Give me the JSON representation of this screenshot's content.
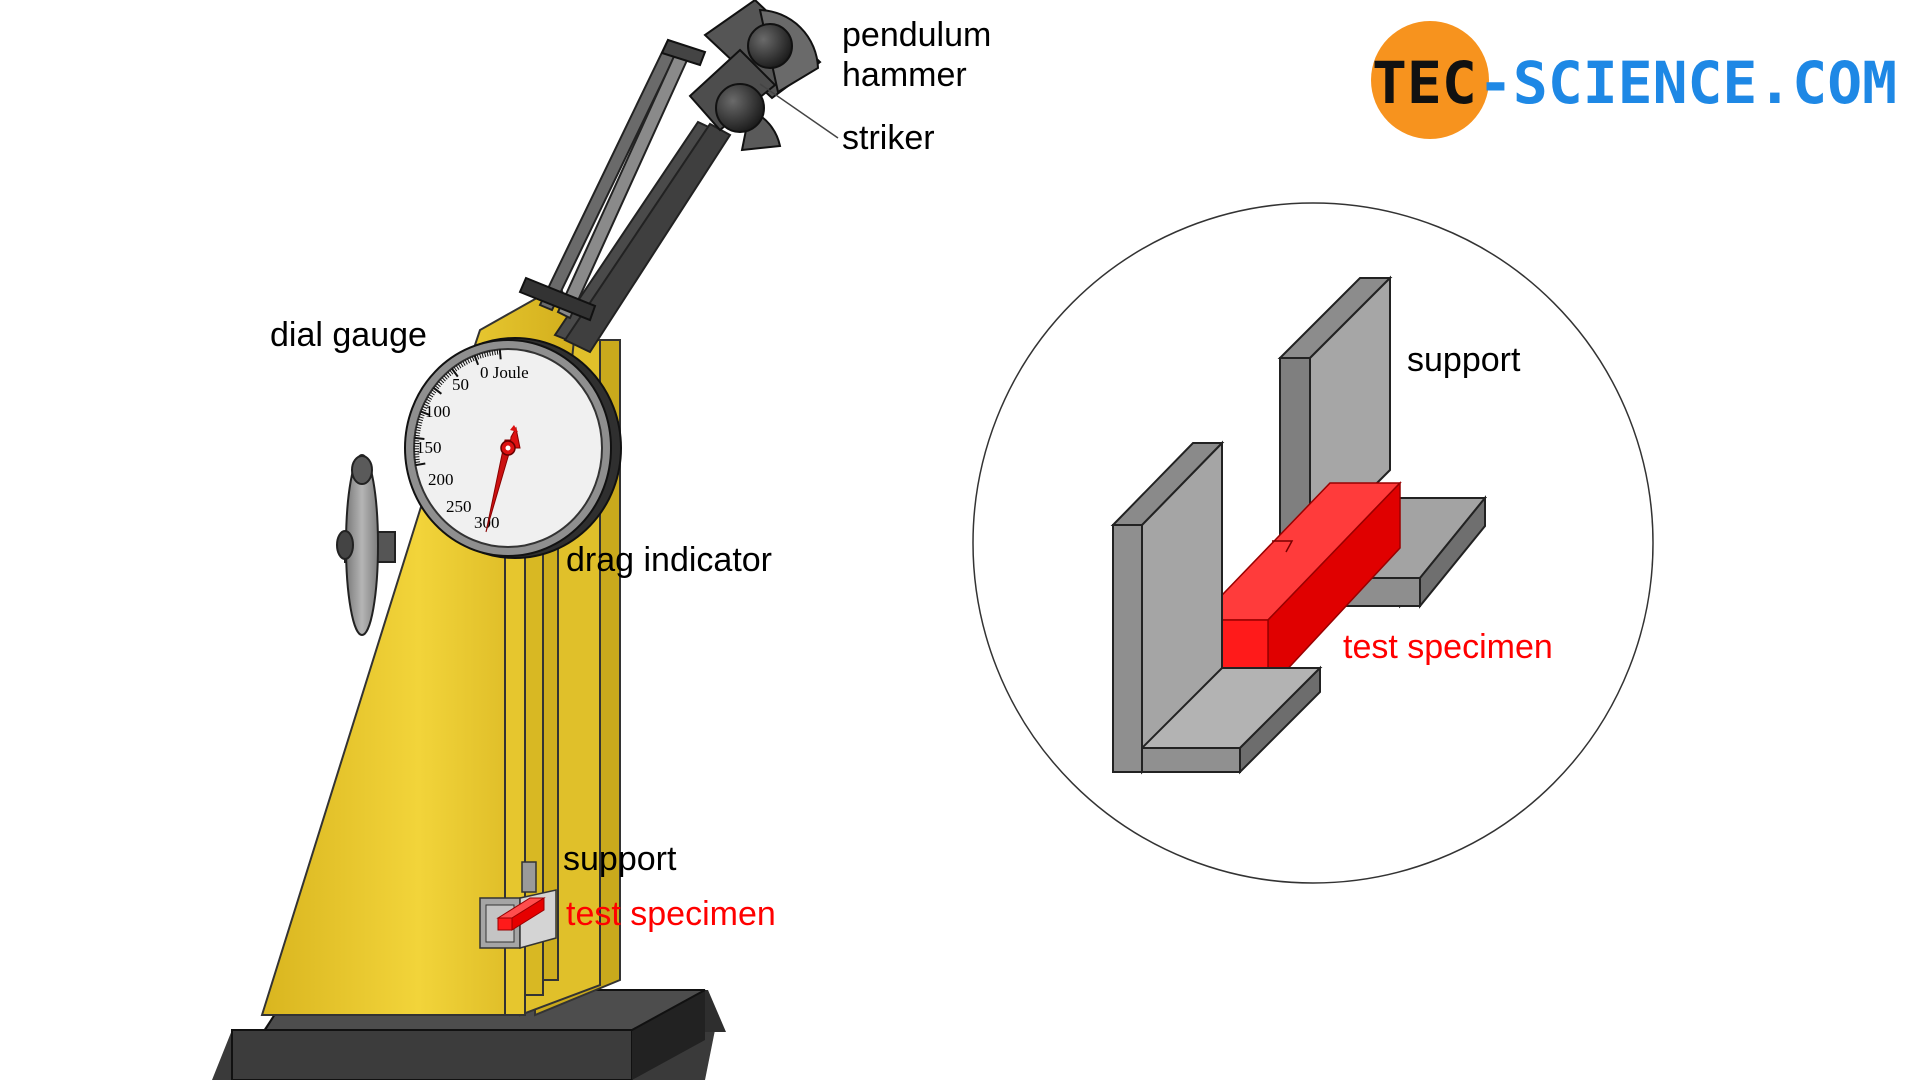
{
  "logo": {
    "prefix": "TEC",
    "suffix": "-SCIENCE.COM",
    "circle_color": "#f7931e",
    "text_color": "#111111",
    "accent_color": "#1e88e5"
  },
  "labels": {
    "pendulum_line1": "pendulum",
    "pendulum_line2": "hammer",
    "striker": "striker",
    "dial_gauge": "dial gauge",
    "drag_indicator": "drag indicator",
    "support": "support",
    "test_specimen": "test specimen"
  },
  "detail": {
    "support": "support",
    "test_specimen": "test specimen"
  },
  "dial": {
    "unit_label": "0 Joule",
    "ticks": [
      "50",
      "100",
      "150",
      "200",
      "250",
      "300"
    ]
  },
  "colors": {
    "machine_body": "#e8c72c",
    "machine_shade": "#c9a91c",
    "steel": "#9a9a9a",
    "dark_steel": "#4a4a4a",
    "specimen": "#ff1a1a",
    "label_accent": "#ff0000"
  }
}
